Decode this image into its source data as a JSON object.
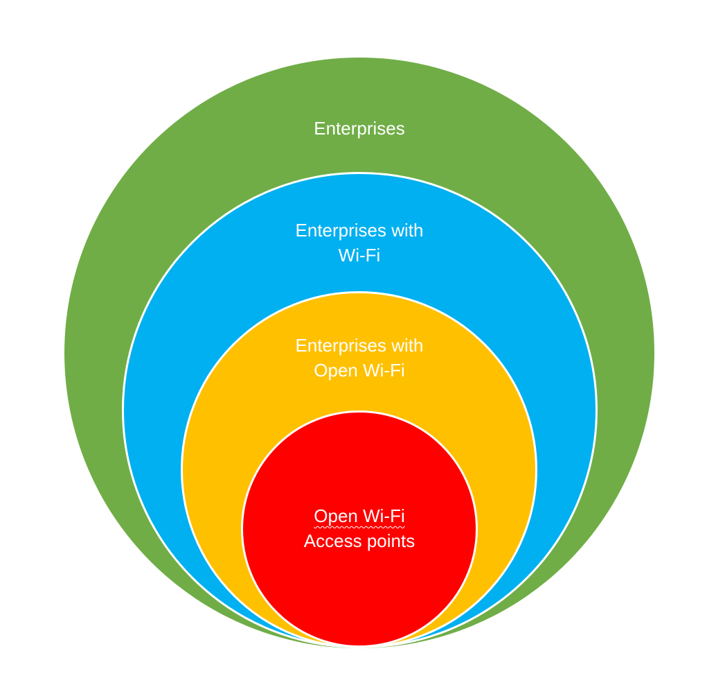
{
  "page": {
    "background": "#ffffff",
    "text_color": "#ffffff",
    "separator_color": "#ffffff"
  },
  "diagram": {
    "type": "nested-circles",
    "tangent": "bottom",
    "rings": [
      {
        "name": "enterprises",
        "label": "Enterprises",
        "lines": [
          "Enterprises"
        ],
        "color": "#70AD47"
      },
      {
        "name": "enterprises-with-wifi",
        "label": "Enterprises with Wi-Fi",
        "lines": [
          "Enterprises with",
          "Wi-Fi"
        ],
        "color": "#00B0F0"
      },
      {
        "name": "enterprises-with-open-wifi",
        "label": "Enterprises with Open Wi-Fi",
        "lines": [
          "Enterprises with",
          "Open Wi-Fi"
        ],
        "color": "#FFC000"
      },
      {
        "name": "open-wifi-access-points",
        "label": "Open Wi-Fi Access points",
        "lines": [
          "Open Wi-Fi",
          "Access points"
        ],
        "color": "#FF0000",
        "spellcheck_squiggle_under_line": 0
      }
    ]
  }
}
